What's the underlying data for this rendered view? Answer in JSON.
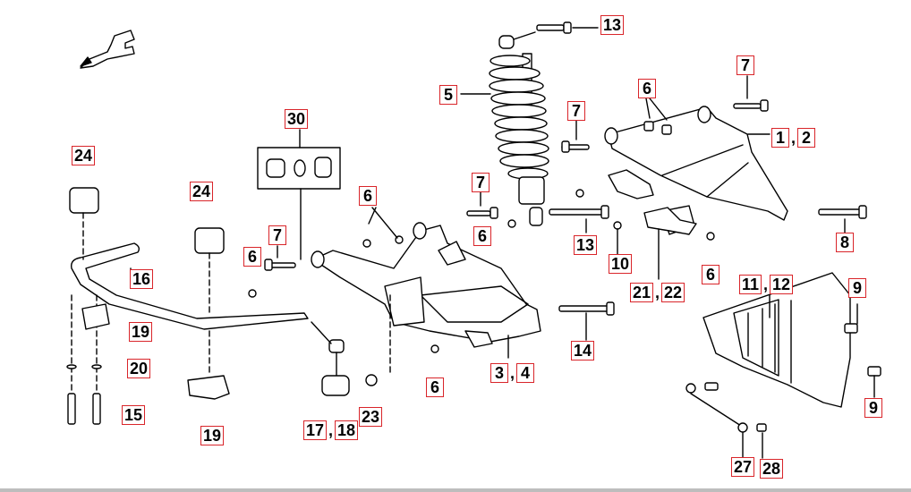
{
  "diagram": {
    "colors": {
      "callout_border": "#d9252a",
      "line": "#000000",
      "part_fill": "#ffffff"
    },
    "callouts": [
      {
        "id": "c13a",
        "labels": [
          "13"
        ]
      },
      {
        "id": "c7a",
        "labels": [
          "7"
        ]
      },
      {
        "id": "c6a",
        "labels": [
          "6"
        ]
      },
      {
        "id": "c5",
        "labels": [
          "5"
        ]
      },
      {
        "id": "c7b",
        "labels": [
          "7"
        ]
      },
      {
        "id": "c12",
        "labels": [
          "1",
          "2"
        ]
      },
      {
        "id": "c30",
        "labels": [
          "30"
        ]
      },
      {
        "id": "c24a",
        "labels": [
          "24"
        ]
      },
      {
        "id": "c24b",
        "labels": [
          "24"
        ]
      },
      {
        "id": "c6b",
        "labels": [
          "6"
        ]
      },
      {
        "id": "c7c",
        "labels": [
          "7"
        ]
      },
      {
        "id": "c7d",
        "labels": [
          "7"
        ]
      },
      {
        "id": "c6c",
        "labels": [
          "6"
        ]
      },
      {
        "id": "c13b",
        "labels": [
          "13"
        ]
      },
      {
        "id": "c10",
        "labels": [
          "10"
        ]
      },
      {
        "id": "c8",
        "labels": [
          "8"
        ]
      },
      {
        "id": "c2122",
        "labels": [
          "21",
          "22"
        ]
      },
      {
        "id": "c6d",
        "labels": [
          "6"
        ]
      },
      {
        "id": "c1112",
        "labels": [
          "11",
          "12"
        ]
      },
      {
        "id": "c9a",
        "labels": [
          "9"
        ]
      },
      {
        "id": "c6e",
        "labels": [
          "6"
        ]
      },
      {
        "id": "c16",
        "labels": [
          "16"
        ]
      },
      {
        "id": "c19a",
        "labels": [
          "19"
        ]
      },
      {
        "id": "c20",
        "labels": [
          "20"
        ]
      },
      {
        "id": "c15",
        "labels": [
          "15"
        ]
      },
      {
        "id": "c19b",
        "labels": [
          "19"
        ]
      },
      {
        "id": "c1718",
        "labels": [
          "17",
          "18"
        ]
      },
      {
        "id": "c23",
        "labels": [
          "23"
        ]
      },
      {
        "id": "c14",
        "labels": [
          "14"
        ]
      },
      {
        "id": "c34",
        "labels": [
          "3",
          "4"
        ]
      },
      {
        "id": "c6f",
        "labels": [
          "6"
        ]
      },
      {
        "id": "c9b",
        "labels": [
          "9"
        ]
      },
      {
        "id": "c27",
        "labels": [
          "27"
        ]
      },
      {
        "id": "c28",
        "labels": [
          "28"
        ]
      }
    ]
  }
}
